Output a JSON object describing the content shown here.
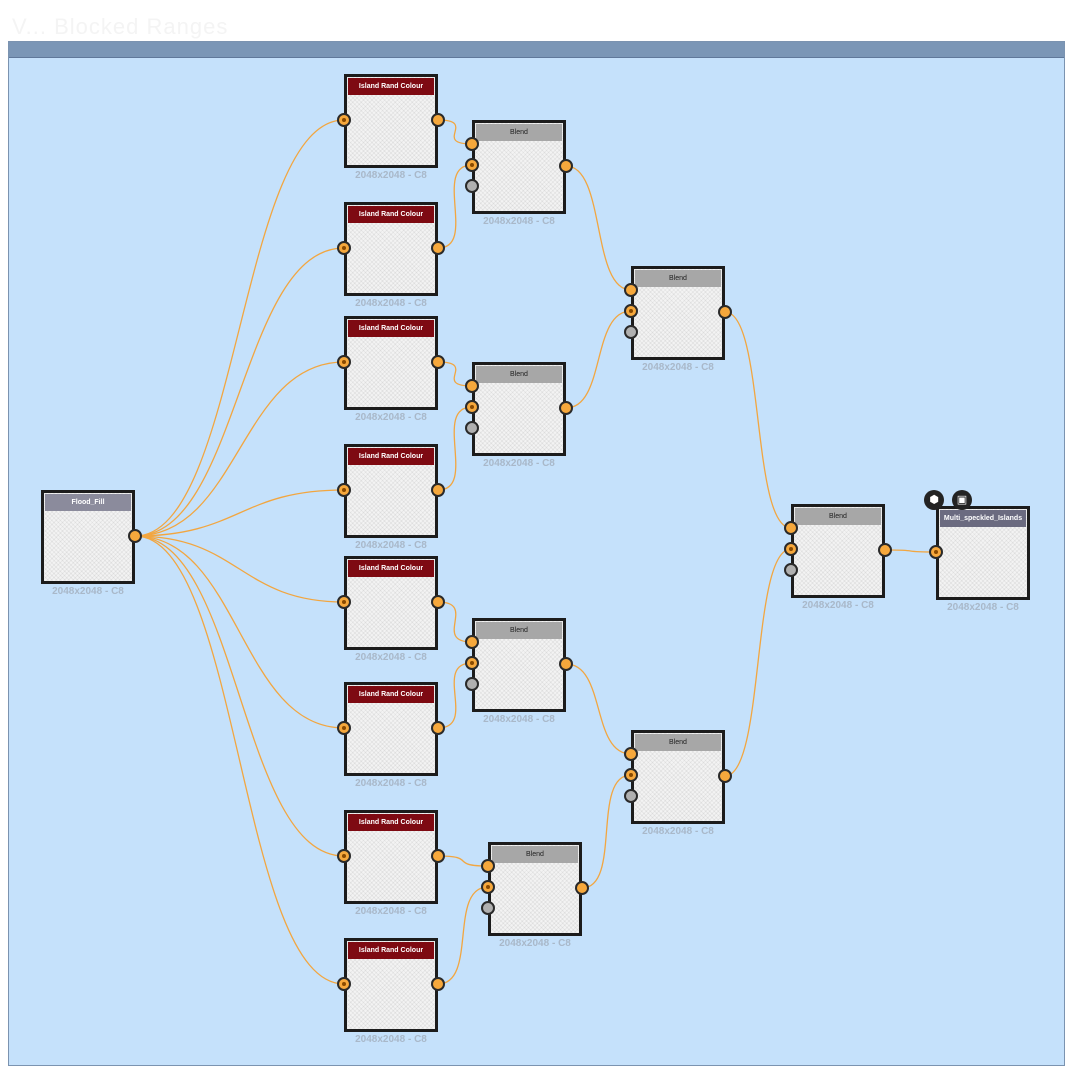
{
  "page": {
    "title": "V... Blocked Ranges"
  },
  "colors": {
    "canvas": "#c5e1fb",
    "wire": "#f2a640",
    "port": "#f6a83c",
    "rand_title": "#7e0a12",
    "blend_title": "#a7a7a7"
  },
  "icons": {
    "output_badge_left": "cube-icon",
    "output_badge_right": "checker-icon"
  },
  "nodes": [
    {
      "id": "flood",
      "kind": "flood",
      "title": "Flood_Fill",
      "size_label": "2048x2048 - C8"
    },
    {
      "id": "r1",
      "kind": "rand",
      "title": "Island Rand Colour",
      "size_label": "2048x2048 - C8"
    },
    {
      "id": "r2",
      "kind": "rand",
      "title": "Island Rand Colour",
      "size_label": "2048x2048 - C8"
    },
    {
      "id": "r3",
      "kind": "rand",
      "title": "Island Rand Colour",
      "size_label": "2048x2048 - C8"
    },
    {
      "id": "r4",
      "kind": "rand",
      "title": "Island Rand Colour",
      "size_label": "2048x2048 - C8"
    },
    {
      "id": "r5",
      "kind": "rand",
      "title": "Island Rand Colour",
      "size_label": "2048x2048 - C8"
    },
    {
      "id": "r6",
      "kind": "rand",
      "title": "Island Rand Colour",
      "size_label": "2048x2048 - C8"
    },
    {
      "id": "r7",
      "kind": "rand",
      "title": "Island Rand Colour",
      "size_label": "2048x2048 - C8"
    },
    {
      "id": "r8",
      "kind": "rand",
      "title": "Island Rand Colour",
      "size_label": "2048x2048 - C8"
    },
    {
      "id": "b1",
      "kind": "blend",
      "title": "Blend",
      "size_label": "2048x2048 - C8"
    },
    {
      "id": "b2",
      "kind": "blend",
      "title": "Blend",
      "size_label": "2048x2048 - C8"
    },
    {
      "id": "b3",
      "kind": "blend",
      "title": "Blend",
      "size_label": "2048x2048 - C8"
    },
    {
      "id": "b4",
      "kind": "blend",
      "title": "Blend",
      "size_label": "2048x2048 - C8"
    },
    {
      "id": "b5",
      "kind": "blend",
      "title": "Blend",
      "size_label": "2048x2048 - C8"
    },
    {
      "id": "b6",
      "kind": "blend",
      "title": "Blend",
      "size_label": "2048x2048 - C8"
    },
    {
      "id": "b7",
      "kind": "blend",
      "title": "Blend",
      "size_label": "2048x2048 - C8"
    },
    {
      "id": "out",
      "kind": "output",
      "title": "Multi_speckled_Islands",
      "size_label": "2048x2048 - C8"
    }
  ],
  "edges": [
    [
      "flood",
      "r1",
      0
    ],
    [
      "flood",
      "r2",
      0
    ],
    [
      "flood",
      "r3",
      0
    ],
    [
      "flood",
      "r4",
      0
    ],
    [
      "flood",
      "r5",
      0
    ],
    [
      "flood",
      "r6",
      0
    ],
    [
      "flood",
      "r7",
      0
    ],
    [
      "flood",
      "r8",
      0
    ],
    [
      "r1",
      "b1",
      0
    ],
    [
      "r2",
      "b1",
      1
    ],
    [
      "r3",
      "b2",
      0
    ],
    [
      "r4",
      "b2",
      1
    ],
    [
      "r5",
      "b3",
      0
    ],
    [
      "r6",
      "b3",
      1
    ],
    [
      "r7",
      "b4",
      0
    ],
    [
      "r8",
      "b4",
      1
    ],
    [
      "b1",
      "b5",
      0
    ],
    [
      "b2",
      "b5",
      1
    ],
    [
      "b3",
      "b6",
      0
    ],
    [
      "b4",
      "b6",
      1
    ],
    [
      "b5",
      "b7",
      0
    ],
    [
      "b6",
      "b7",
      1
    ],
    [
      "b7",
      "out",
      0
    ]
  ]
}
